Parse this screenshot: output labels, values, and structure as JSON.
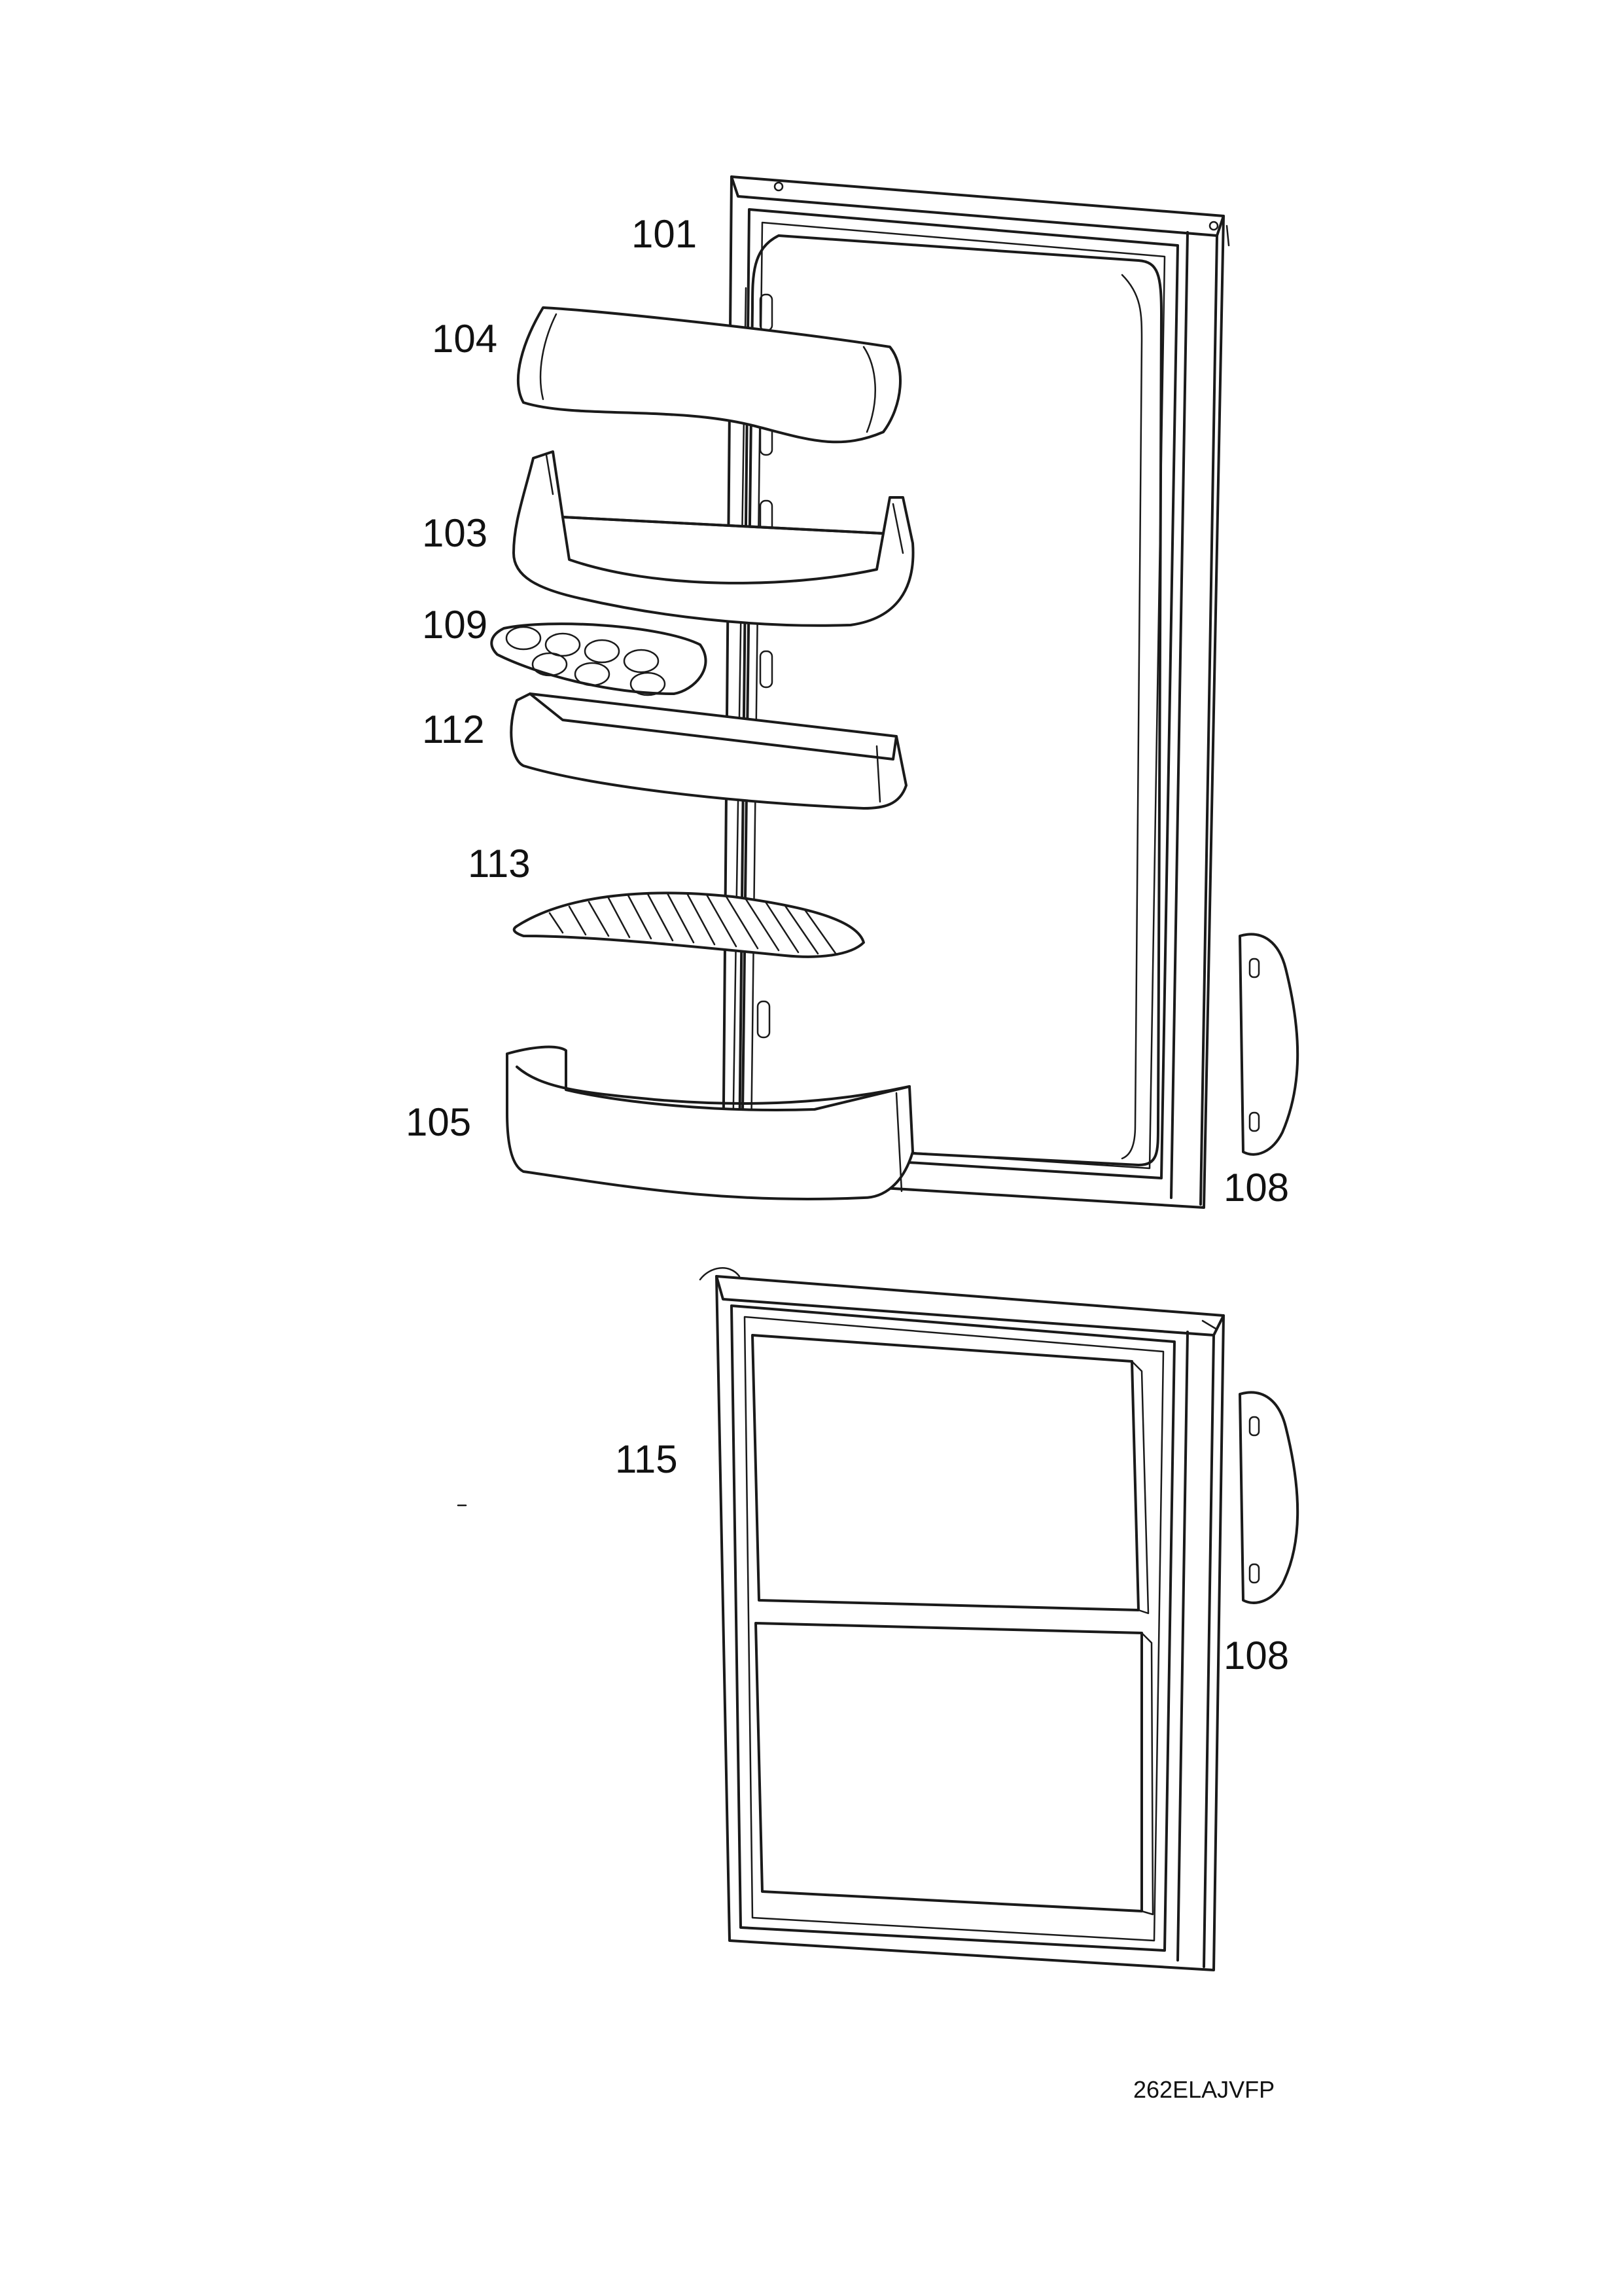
{
  "labels": {
    "l101": "101",
    "l104": "104",
    "l103": "103",
    "l109": "109",
    "l112": "112",
    "l113": "113",
    "l105": "105",
    "l108a": "108",
    "l108b": "108",
    "l115": "115"
  },
  "drawing_code": "262ELAJVFP",
  "colors": {
    "line": "#1a1a1a",
    "background": "#ffffff"
  }
}
